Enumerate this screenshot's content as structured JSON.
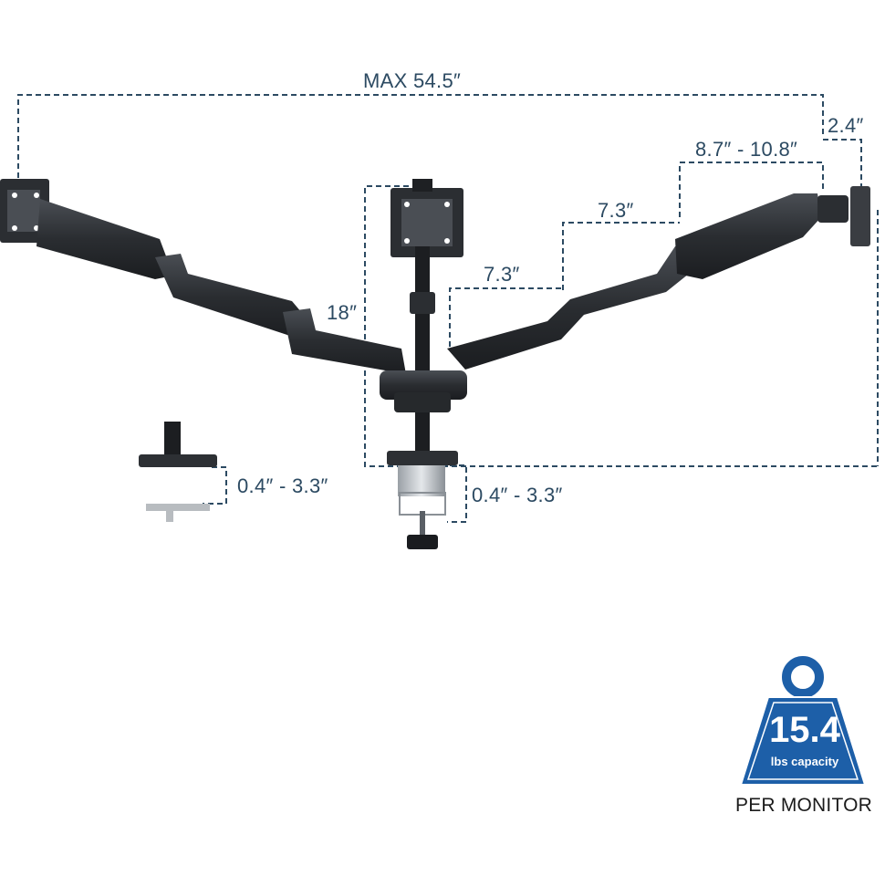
{
  "dimensions": {
    "max_width": "MAX 54.5″",
    "depth_offset": "2.4″",
    "right_arm_range": "8.7″ - 10.8″",
    "right_arm_upper": "7.3″",
    "right_arm_lower": "7.3″",
    "pole_height": "18″",
    "clamp_left": "0.4″ - 3.3″",
    "clamp_center": "0.4″ - 3.3″"
  },
  "capacity_badge": {
    "value": "15.4",
    "unit": "lbs capacity",
    "caption": "PER MONITOR"
  },
  "colors": {
    "dimension_line": "#2c4a62",
    "badge_blue": "#1d5fa8",
    "arm_dark": "#2a2d31"
  }
}
